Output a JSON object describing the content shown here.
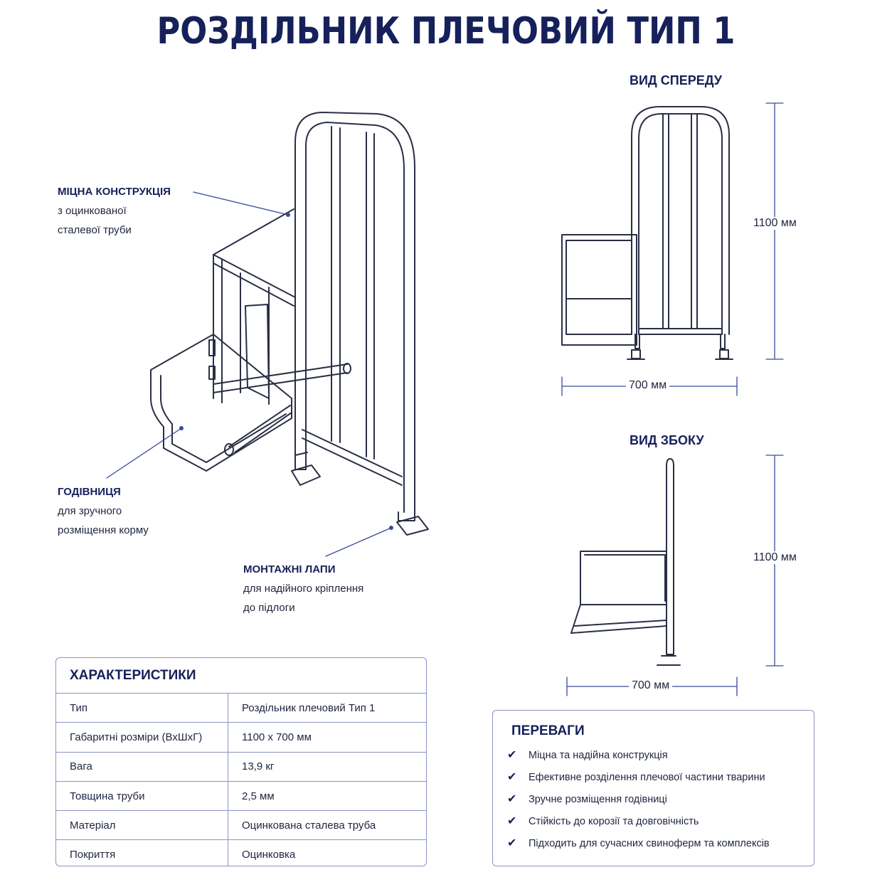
{
  "title": "РОЗДІЛЬНИК ПЛЕЧОВИЙ ТИП 1",
  "views": {
    "front": {
      "label": "ВИД СПЕРЕДУ",
      "height": "1100 мм",
      "width": "700 мм"
    },
    "side": {
      "label": "ВИД ЗБОКУ",
      "height": "1100 мм",
      "width": "700 мм"
    }
  },
  "callouts": [
    {
      "heading": "МІЦНА КОНСТРУКЦІЯ",
      "line1": "з оцинкованої",
      "line2": "сталевої труби"
    },
    {
      "heading": "ГОДІВНИЦЯ",
      "line1": "для зручного",
      "line2": "розміщення корму"
    },
    {
      "heading": "МОНТАЖНІ ЛАПИ",
      "line1": "для надійного кріплення",
      "line2": "до підлоги"
    }
  ],
  "specs": {
    "heading": "ХАРАКТЕРИСТИКИ",
    "rows": [
      {
        "label": "Тип",
        "value": "Роздільник плечовий Тип 1"
      },
      {
        "label": "Габаритні розміри (ВхШхГ)",
        "value": "1100 x 700 мм"
      },
      {
        "label": "Вага",
        "value": "13,9 кг"
      },
      {
        "label": "Товщина труби",
        "value": "2,5 мм"
      },
      {
        "label": "Матеріал",
        "value": "Оцинкована сталева труба"
      },
      {
        "label": "Покриття",
        "value": "Оцинковка"
      }
    ]
  },
  "advantages": {
    "heading": "ПЕРЕВАГИ",
    "items": [
      "Міцна та надійна конструкція",
      "Ефективне розділення плечової частини тварини",
      "Зручне розміщення годівниці",
      "Стійкість до корозії та довговічність",
      "Підходить для сучасних свиноферм та комплексів"
    ],
    "icon": "check-icon"
  },
  "colors": {
    "navy": "#16205a",
    "border": "#8a93c2",
    "line": "#2a2f45"
  }
}
